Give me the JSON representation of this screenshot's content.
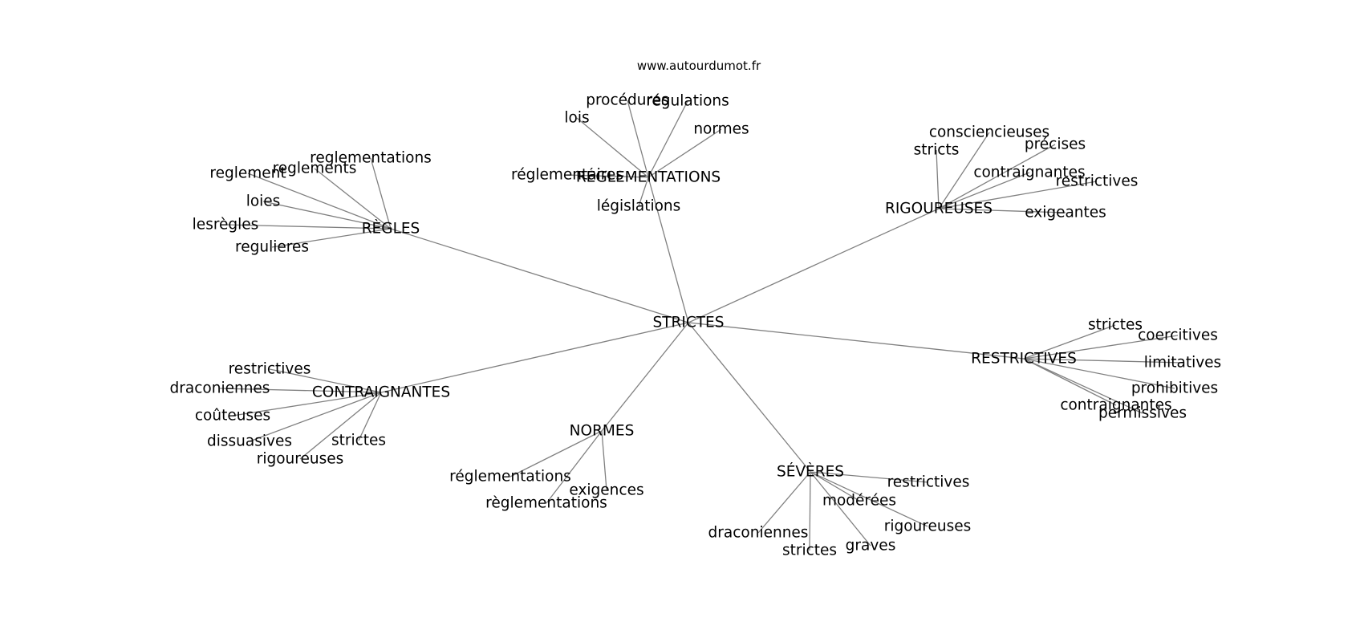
{
  "source_label": "www.autourdumot.fr",
  "center": "STRICTES",
  "clusters": [
    {
      "label": "RÈGLES",
      "leaves": [
        "reglementations",
        "reglements",
        "reglement",
        "loies",
        "lesrègles",
        "regulieres"
      ]
    },
    {
      "label": "RÉGLEMENTATIONS",
      "leaves": [
        "procédures",
        "régulations",
        "lois",
        "normes",
        "réglementaires",
        "législations"
      ]
    },
    {
      "label": "RIGOUREUSES",
      "leaves": [
        "consciencieuses",
        "stricts",
        "précises",
        "contraignantes",
        "restrictives",
        "exigeantes"
      ]
    },
    {
      "label": "RESTRICTIVES",
      "leaves": [
        "strictes",
        "coercitives",
        "limitatives",
        "prohibitives",
        "contraignantes",
        "permissives"
      ]
    },
    {
      "label": "SÉVÈRES",
      "leaves": [
        "restrictives",
        "modérées",
        "rigoureuses",
        "graves",
        "strictes",
        "draconiennes"
      ]
    },
    {
      "label": "NORMES",
      "leaves": [
        "réglementations",
        "exigences",
        "règlementations"
      ]
    },
    {
      "label": "CONTRAIGNANTES",
      "leaves": [
        "restrictives",
        "draconiennes",
        "coûteuses",
        "dissuasives",
        "strictes",
        "rigoureuses"
      ]
    }
  ]
}
